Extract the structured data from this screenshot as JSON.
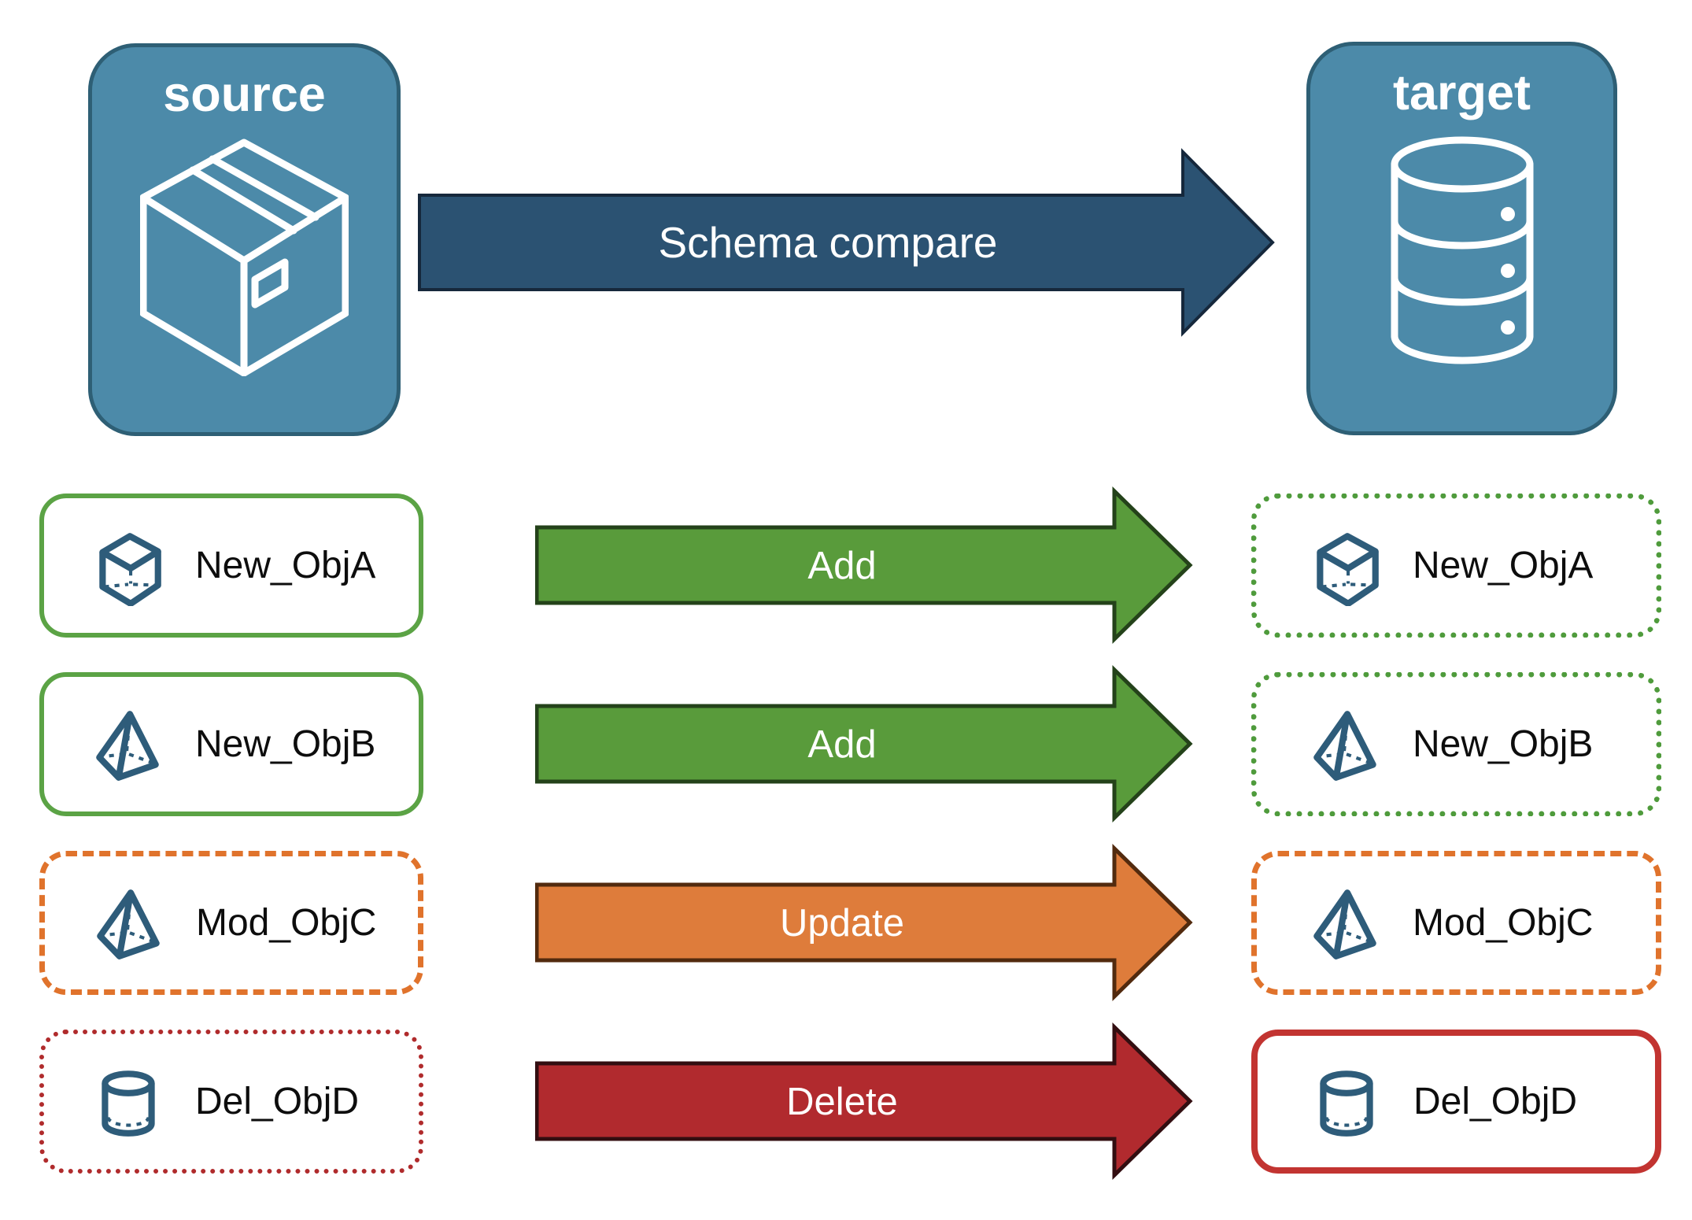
{
  "panels": {
    "source": {
      "title": "source",
      "icon": "package-icon"
    },
    "target": {
      "title": "target",
      "icon": "database-icon"
    }
  },
  "main_arrow": {
    "label": "Schema compare"
  },
  "rows": [
    {
      "left": {
        "label": "New_ObjA",
        "icon": "cube-icon",
        "border_style": "green-solid"
      },
      "arrow": {
        "label": "Add",
        "color": "green"
      },
      "right": {
        "label": "New_ObjA",
        "icon": "cube-icon",
        "border_style": "green-dotted"
      }
    },
    {
      "left": {
        "label": "New_ObjB",
        "icon": "pyramid-icon",
        "border_style": "green-solid"
      },
      "arrow": {
        "label": "Add",
        "color": "green"
      },
      "right": {
        "label": "New_ObjB",
        "icon": "pyramid-icon",
        "border_style": "green-dotted"
      }
    },
    {
      "left": {
        "label": "Mod_ObjC",
        "icon": "pyramid-icon",
        "border_style": "orange-dashed"
      },
      "arrow": {
        "label": "Update",
        "color": "orange"
      },
      "right": {
        "label": "Mod_ObjC",
        "icon": "pyramid-icon",
        "border_style": "orange-dashed"
      }
    },
    {
      "left": {
        "label": "Del_ObjD",
        "icon": "cylinder-icon",
        "border_style": "red-dotted"
      },
      "arrow": {
        "label": "Delete",
        "color": "red"
      },
      "right": {
        "label": "Del_ObjD",
        "icon": "cylinder-icon",
        "border_style": "red-solid"
      }
    }
  ],
  "colors": {
    "panel_fill": "#4C8AA9",
    "panel_border": "#2E5F75",
    "panel_title_text": "#FFFFFF",
    "navy_fill": "#2B5272",
    "navy_outline": "#16283C",
    "green_fill": "#599B3B",
    "green_outline": "#24421A",
    "orange_fill": "#DE7C3B",
    "orange_outline": "#522A0E",
    "red_fill": "#B12A2E",
    "red_outline": "#330E11",
    "green_border": "#5BA345",
    "green_dotted_border": "#4F9B3C",
    "orange_border": "#E0732C",
    "red_dotted_border": "#B02B2C",
    "red_solid_border": "#C23431",
    "icon_stroke": "#2E5C7A",
    "label_text": "#0D0D0D",
    "arrow_label_text": "#FFFFFF"
  }
}
